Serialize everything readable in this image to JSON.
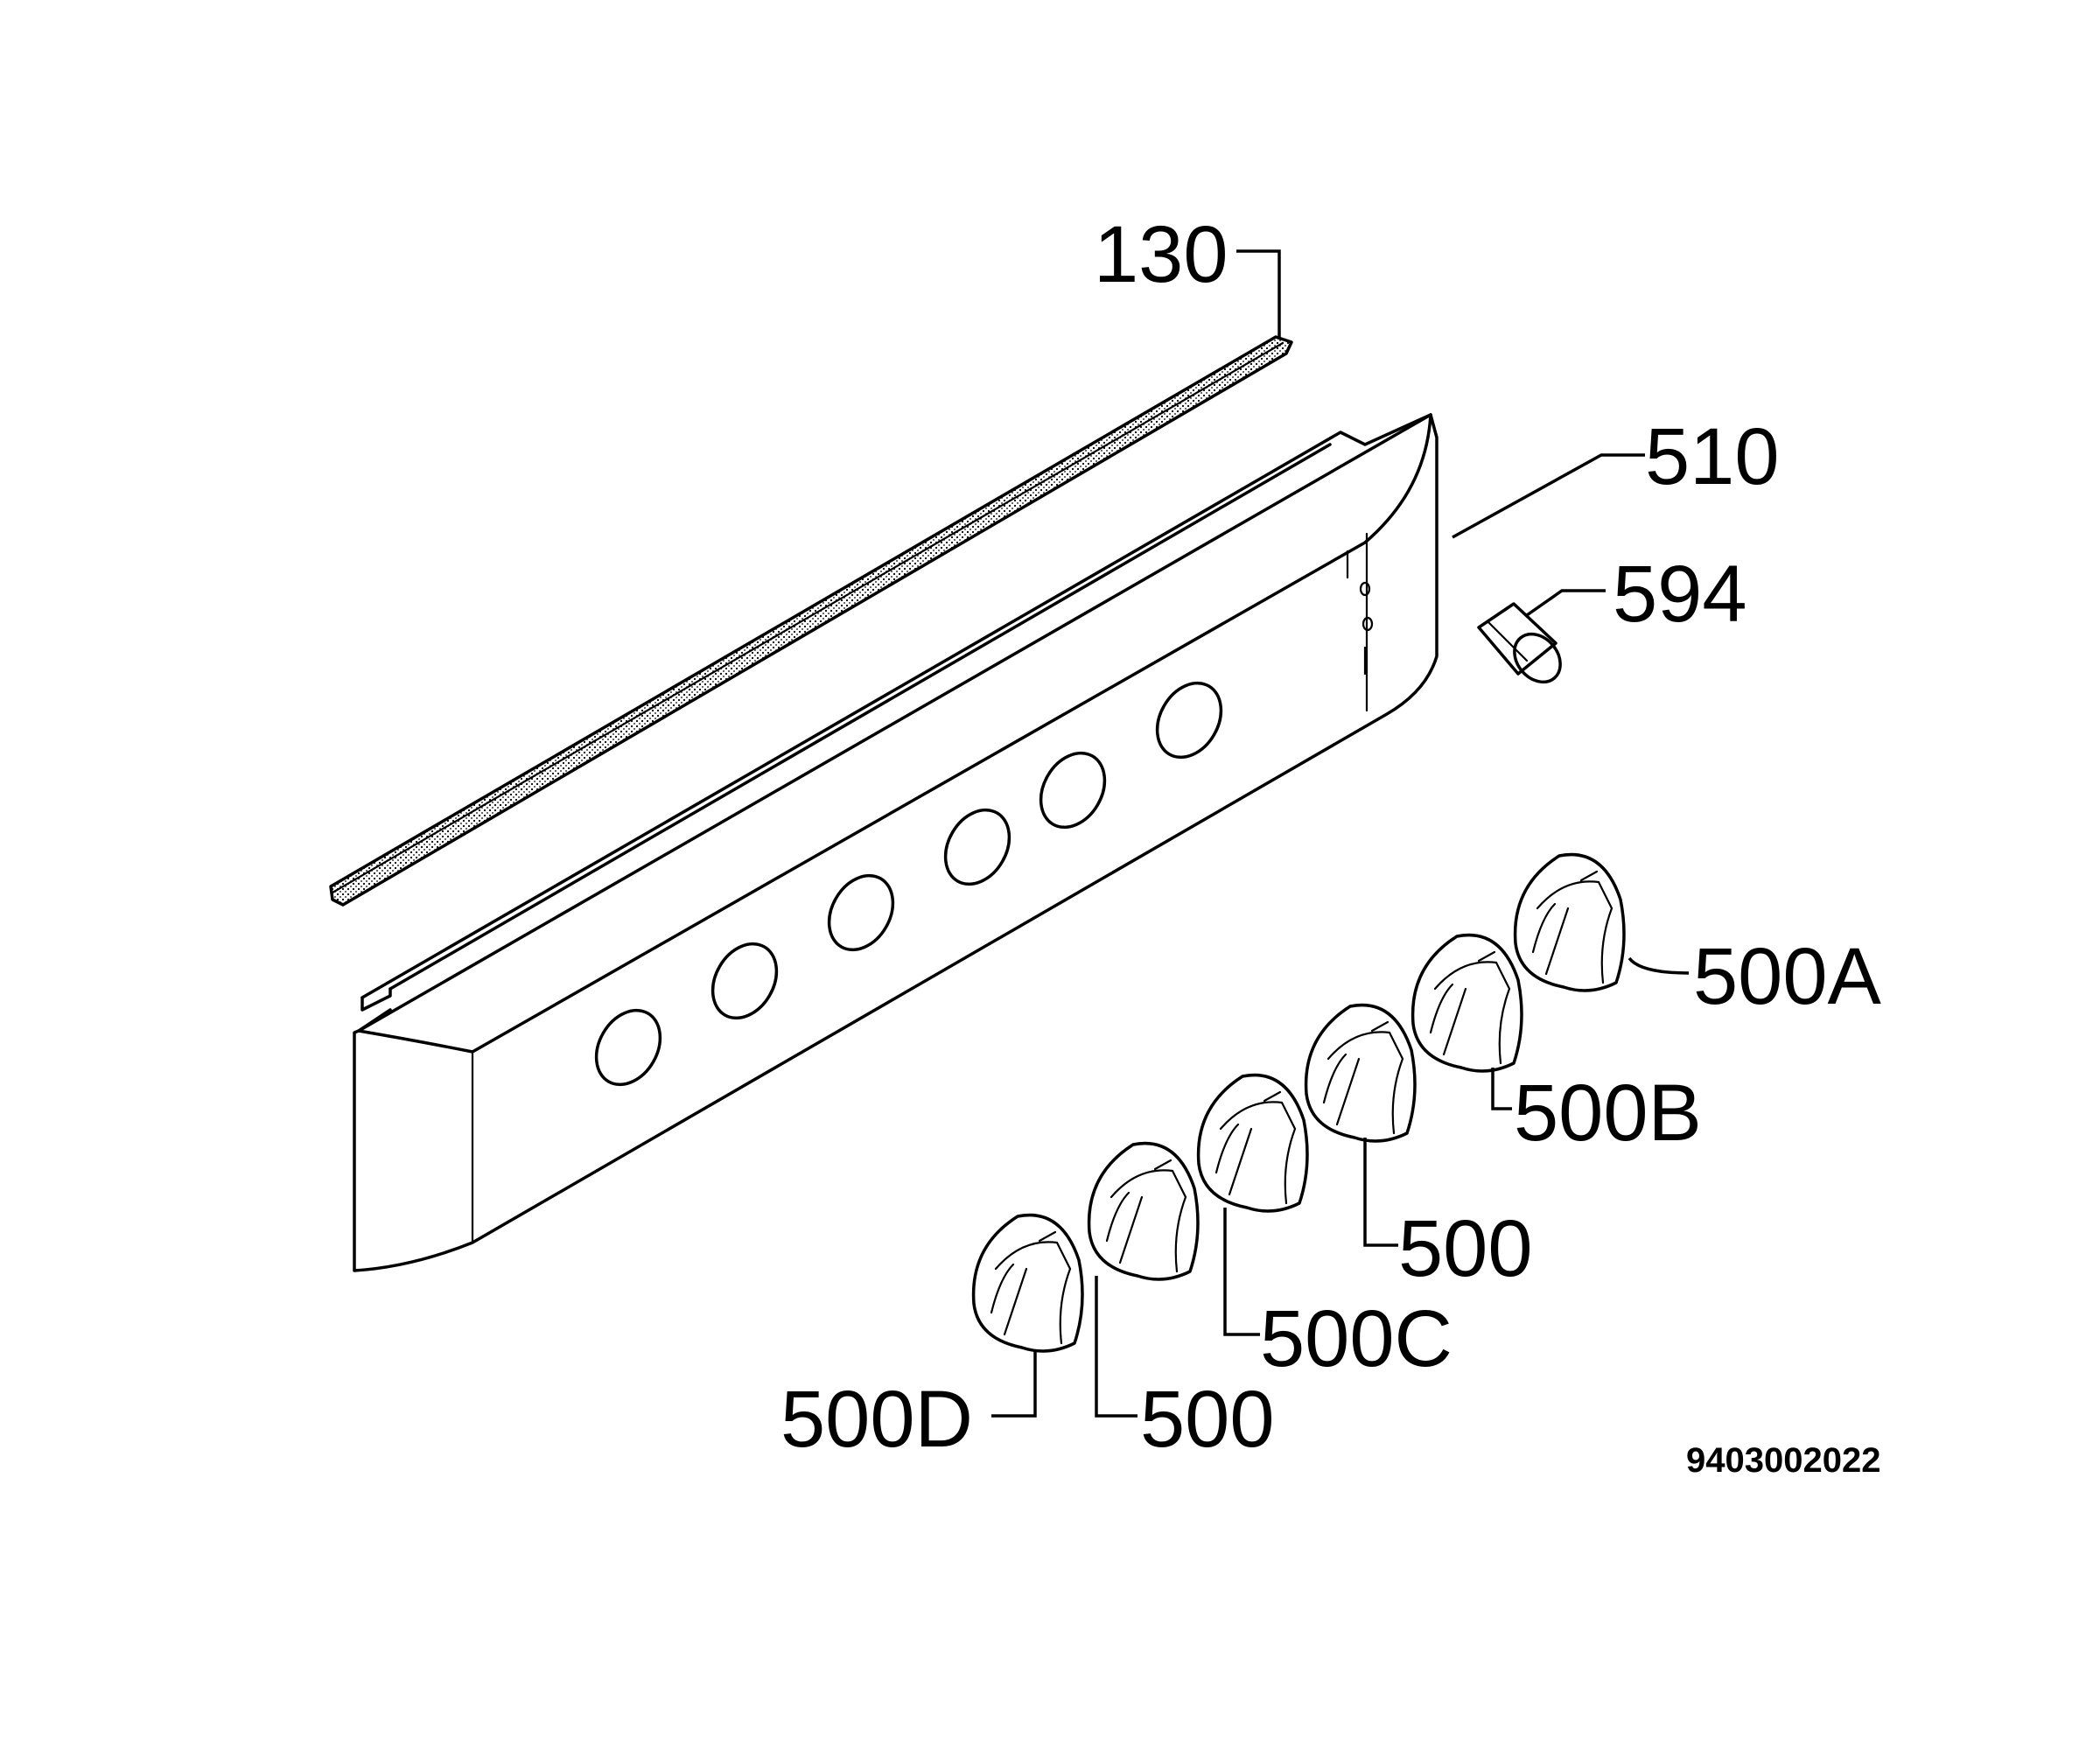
{
  "labels": {
    "strip": "130",
    "panel": "510",
    "lamp": "594",
    "knob_a": "500A",
    "knob_b": "500B",
    "knob_mid_1": "500",
    "knob_c": "500C",
    "knob_mid_2": "500",
    "knob_d": "500D"
  },
  "drawing_code": "9403002022"
}
